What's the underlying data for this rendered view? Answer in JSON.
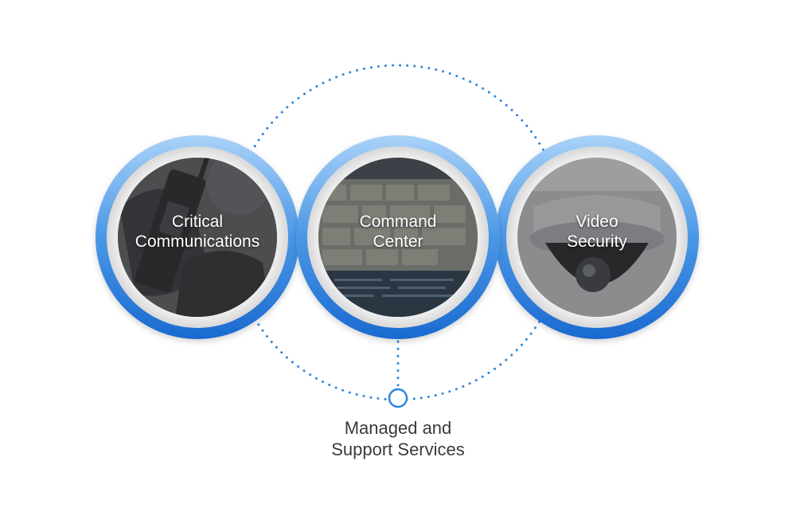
{
  "circles": [
    {
      "line1": "Critical",
      "line2": "Communications",
      "photo": "radio-handset-icon"
    },
    {
      "line1": "Command",
      "line2": "Center",
      "photo": "map-screen-icon"
    },
    {
      "line1": "Video",
      "line2": "Security",
      "photo": "dome-camera-icon"
    }
  ],
  "hub": {
    "line1": "Managed and",
    "line2": "Support Services"
  },
  "colors": {
    "ring_light": "#8fc3f5",
    "ring_dark": "#1f73d6",
    "dots": "#2f86e0",
    "overlay": "#3a3a3a"
  }
}
